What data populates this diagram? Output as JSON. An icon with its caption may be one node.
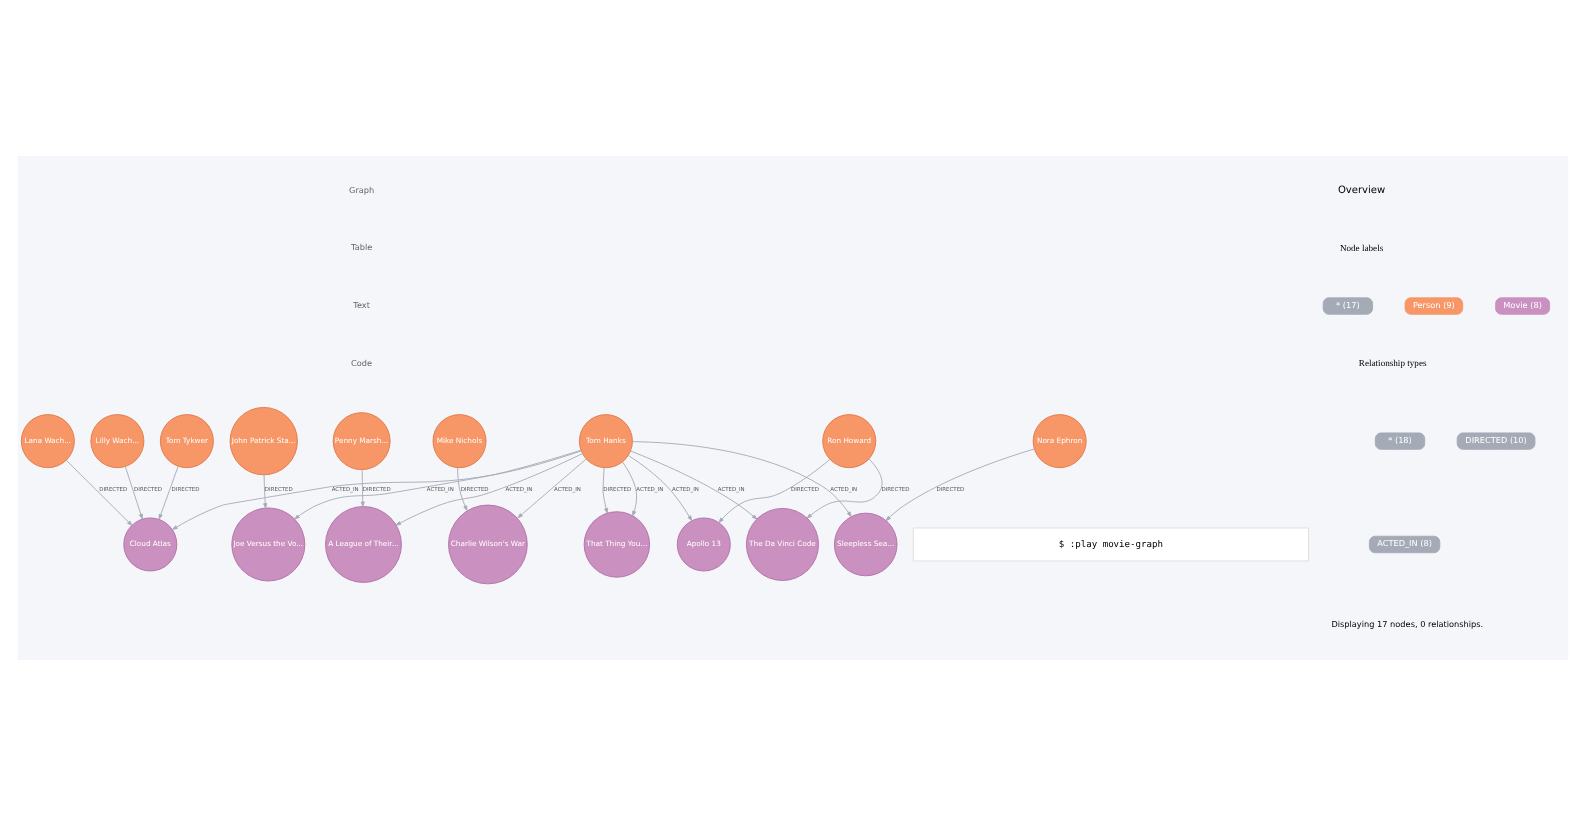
{
  "diagram": {
    "nodes": [
      {
        "text": [
          "Lilly Wach..."
        ]
      },
      {
        "text": [
          "Tom Tykwer"
        ]
      },
      {
        "text": [
          "Lana Wach..."
        ]
      },
      {
        "text": [
          "Cloud Atlas"
        ]
      },
      {
        "text": [
          "John Patrick Sta..."
        ]
      },
      {
        "text": [
          "Mike Nichols"
        ]
      },
      {
        "text": [
          "Charlie Wilson's War"
        ]
      },
      {
        "text": [
          "Joe Versus the Vo..."
        ]
      },
      {
        "text": [
          "Tom Hanks"
        ]
      },
      {
        "text": [
          "Apollo 13"
        ]
      },
      {
        "text": [
          "A League of Their..."
        ]
      },
      {
        "text": [
          "That Thing You..."
        ]
      },
      {
        "text": [
          "Penny Marsh..."
        ]
      },
      {
        "text": [
          "Sleepless Sea..."
        ]
      },
      {
        "text": [
          "Ron Howard"
        ]
      },
      {
        "text": [
          "The Da Vinci Code"
        ]
      },
      {
        "text": [
          "Nora Ephron"
        ]
      }
    ],
    "edges": [
      {
        "from": 0,
        "to": 3,
        "arrow": "to",
        "label": "DIRECTED"
      },
      {
        "from": 1,
        "to": 3,
        "arrow": "to",
        "label": "DIRECTED"
      },
      {
        "from": 2,
        "to": 3,
        "arrow": "to",
        "label": "DIRECTED"
      },
      {
        "from": 5,
        "to": 6,
        "arrow": "to",
        "label": "DIRECTED"
      },
      {
        "from": 4,
        "to": 7,
        "arrow": "to",
        "label": "DIRECTED"
      },
      {
        "from": 8,
        "to": 3,
        "arrow": "to",
        "label": "ACTED_IN"
      },
      {
        "from": 8,
        "to": 6,
        "arrow": "to",
        "label": "ACTED_IN"
      },
      {
        "from": 8,
        "to": 7,
        "arrow": "to",
        "label": "ACTED_IN"
      },
      {
        "from": 8,
        "to": 9,
        "arrow": "to",
        "label": "ACTED_IN"
      },
      {
        "from": 8,
        "to": 10,
        "arrow": "to",
        "label": "ACTED_IN"
      },
      {
        "from": 8,
        "to": 11,
        "arrow": "to",
        "label": "ACTED_IN"
      },
      {
        "from": 8,
        "to": 11,
        "arrow": "to",
        "label": "DIRECTED"
      },
      {
        "from": 8,
        "to": 15,
        "arrow": "to",
        "label": "ACTED_IN"
      },
      {
        "from": 8,
        "to": 13,
        "arrow": "to",
        "label": "ACTED_IN"
      },
      {
        "from": 12,
        "to": 10,
        "arrow": "to",
        "label": "DIRECTED"
      },
      {
        "from": 14,
        "to": 9,
        "arrow": "to",
        "label": "DIRECTED"
      },
      {
        "from": 14,
        "to": 15,
        "arrow": "to",
        "label": "DIRECTED"
      },
      {
        "from": 16,
        "to": 13,
        "arrow": "to",
        "label": "DIRECTED"
      }
    ],
    "labels": [
      "Graph",
      "Table",
      "Text",
      "Code",
      "Overview",
      "Node labels",
      "Relationship types",
      "Displaying 17 nodes, 0 relationships.",
      "$ :play movie-graph"
    ],
    "legend": [
      {
        "text": "* (17)",
        "color": "#a5abb6"
      },
      {
        "text": "Person (9)",
        "color": "#f79767"
      },
      {
        "text": "Movie (8)",
        "color": "#c990c0"
      },
      {
        "text": "* (18)",
        "color": "#a5abb6"
      },
      {
        "text": "DIRECTED (10)",
        "color": "#a5abb6"
      },
      {
        "text": "ACTED_IN (8)",
        "color": "#a5abb6"
      }
    ]
  }
}
